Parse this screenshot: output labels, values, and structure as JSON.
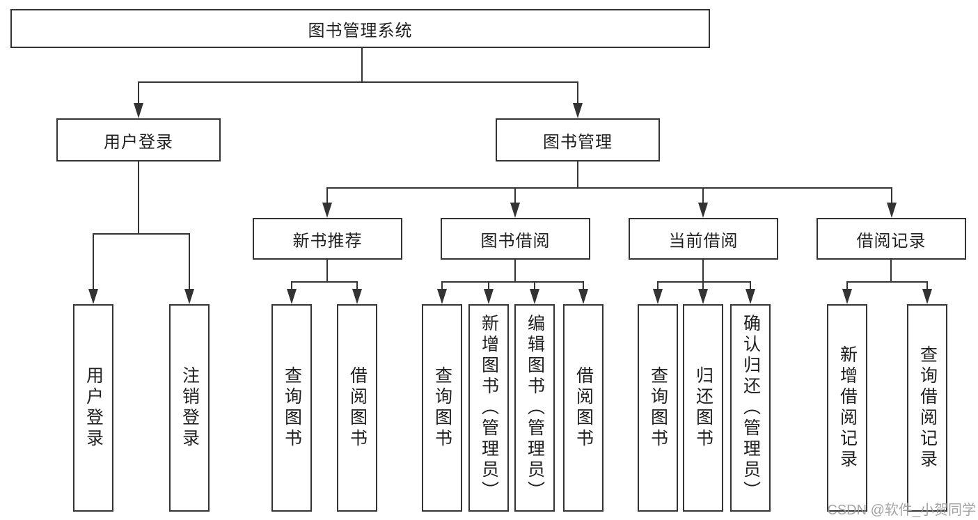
{
  "diagram": {
    "root": {
      "label": "图书管理系统"
    },
    "branches": [
      {
        "label": "用户登录",
        "children": [
          {
            "label": "用户登录"
          },
          {
            "label": "注销登录"
          }
        ]
      },
      {
        "label": "图书管理",
        "children": [
          {
            "label": "新书推荐",
            "children": [
              {
                "label": "查询图书"
              },
              {
                "label": "借阅图书"
              }
            ]
          },
          {
            "label": "图书借阅",
            "children": [
              {
                "label": "查询图书"
              },
              {
                "label": "新增图书（管理员）"
              },
              {
                "label": "编辑图书（管理员）"
              },
              {
                "label": "借阅图书"
              }
            ]
          },
          {
            "label": "当前借阅",
            "children": [
              {
                "label": "查询图书"
              },
              {
                "label": "归还图书"
              },
              {
                "label": "确认归还（管理员）"
              }
            ]
          },
          {
            "label": "借阅记录",
            "children": [
              {
                "label": "新增借阅记录"
              },
              {
                "label": "查询借阅记录"
              }
            ]
          }
        ]
      }
    ]
  },
  "colors": {
    "line": "#333333",
    "text": "#1f1f1f",
    "background": "#ffffff"
  },
  "watermark": {
    "text": "CSDN @软件_小贺同学"
  }
}
